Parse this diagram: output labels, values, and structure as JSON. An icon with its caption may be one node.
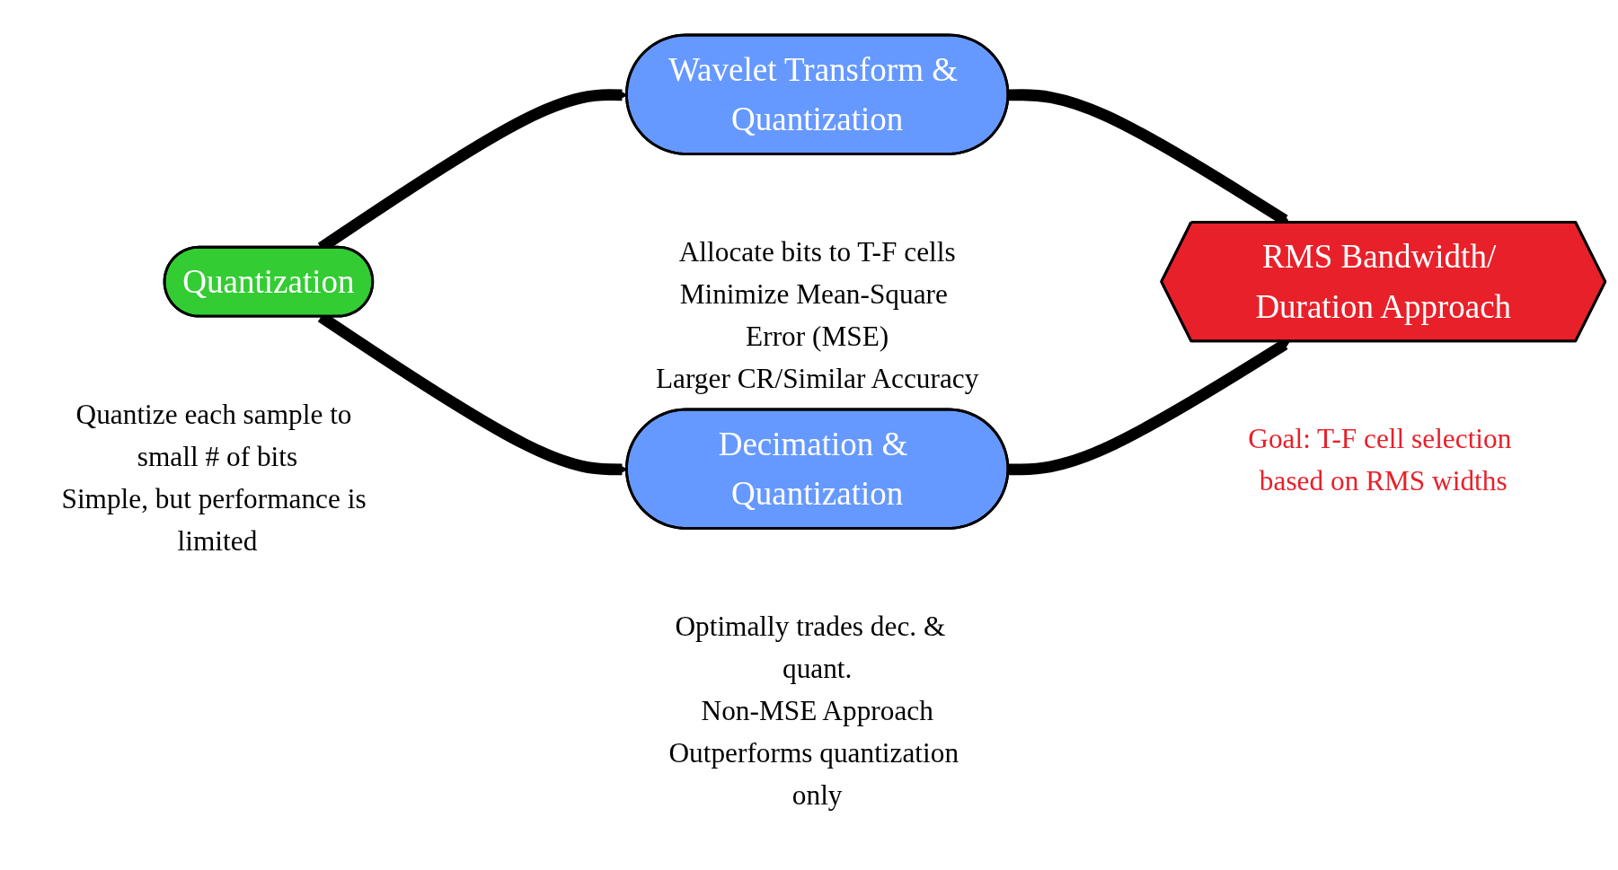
{
  "diagram": {
    "nodes": [
      {
        "text": [
          "Quantization"
        ],
        "beside": [
          "Quantize each sample to small # of bits",
          "Simple, but performance is limited"
        ]
      },
      {
        "text": [
          "Wavelet Transform & Quantization"
        ],
        "beside": [
          "Allocate bits to T-F cells",
          "Minimize Mean-Square Error (MSE)",
          "Larger CR/Similar Accuracy"
        ]
      },
      {
        "text": [
          "Decimation & Quantization"
        ],
        "beside": [
          "Optimally trades dec. &  quant.",
          "Non-MSE Approach",
          "Outperforms quantization only"
        ]
      },
      {
        "text": [
          "RMS Bandwidth/ Duration Approach"
        ],
        "beside": [
          "Goal: T-F cell selection based on RMS widths"
        ]
      }
    ],
    "edges": [
      {
        "from": 0,
        "to": 1,
        "arrow": "to"
      },
      {
        "from": 0,
        "to": 2,
        "arrow": "to"
      },
      {
        "from": 1,
        "to": 3,
        "arrow": "to"
      },
      {
        "from": 2,
        "to": 3,
        "arrow": "to"
      }
    ]
  }
}
